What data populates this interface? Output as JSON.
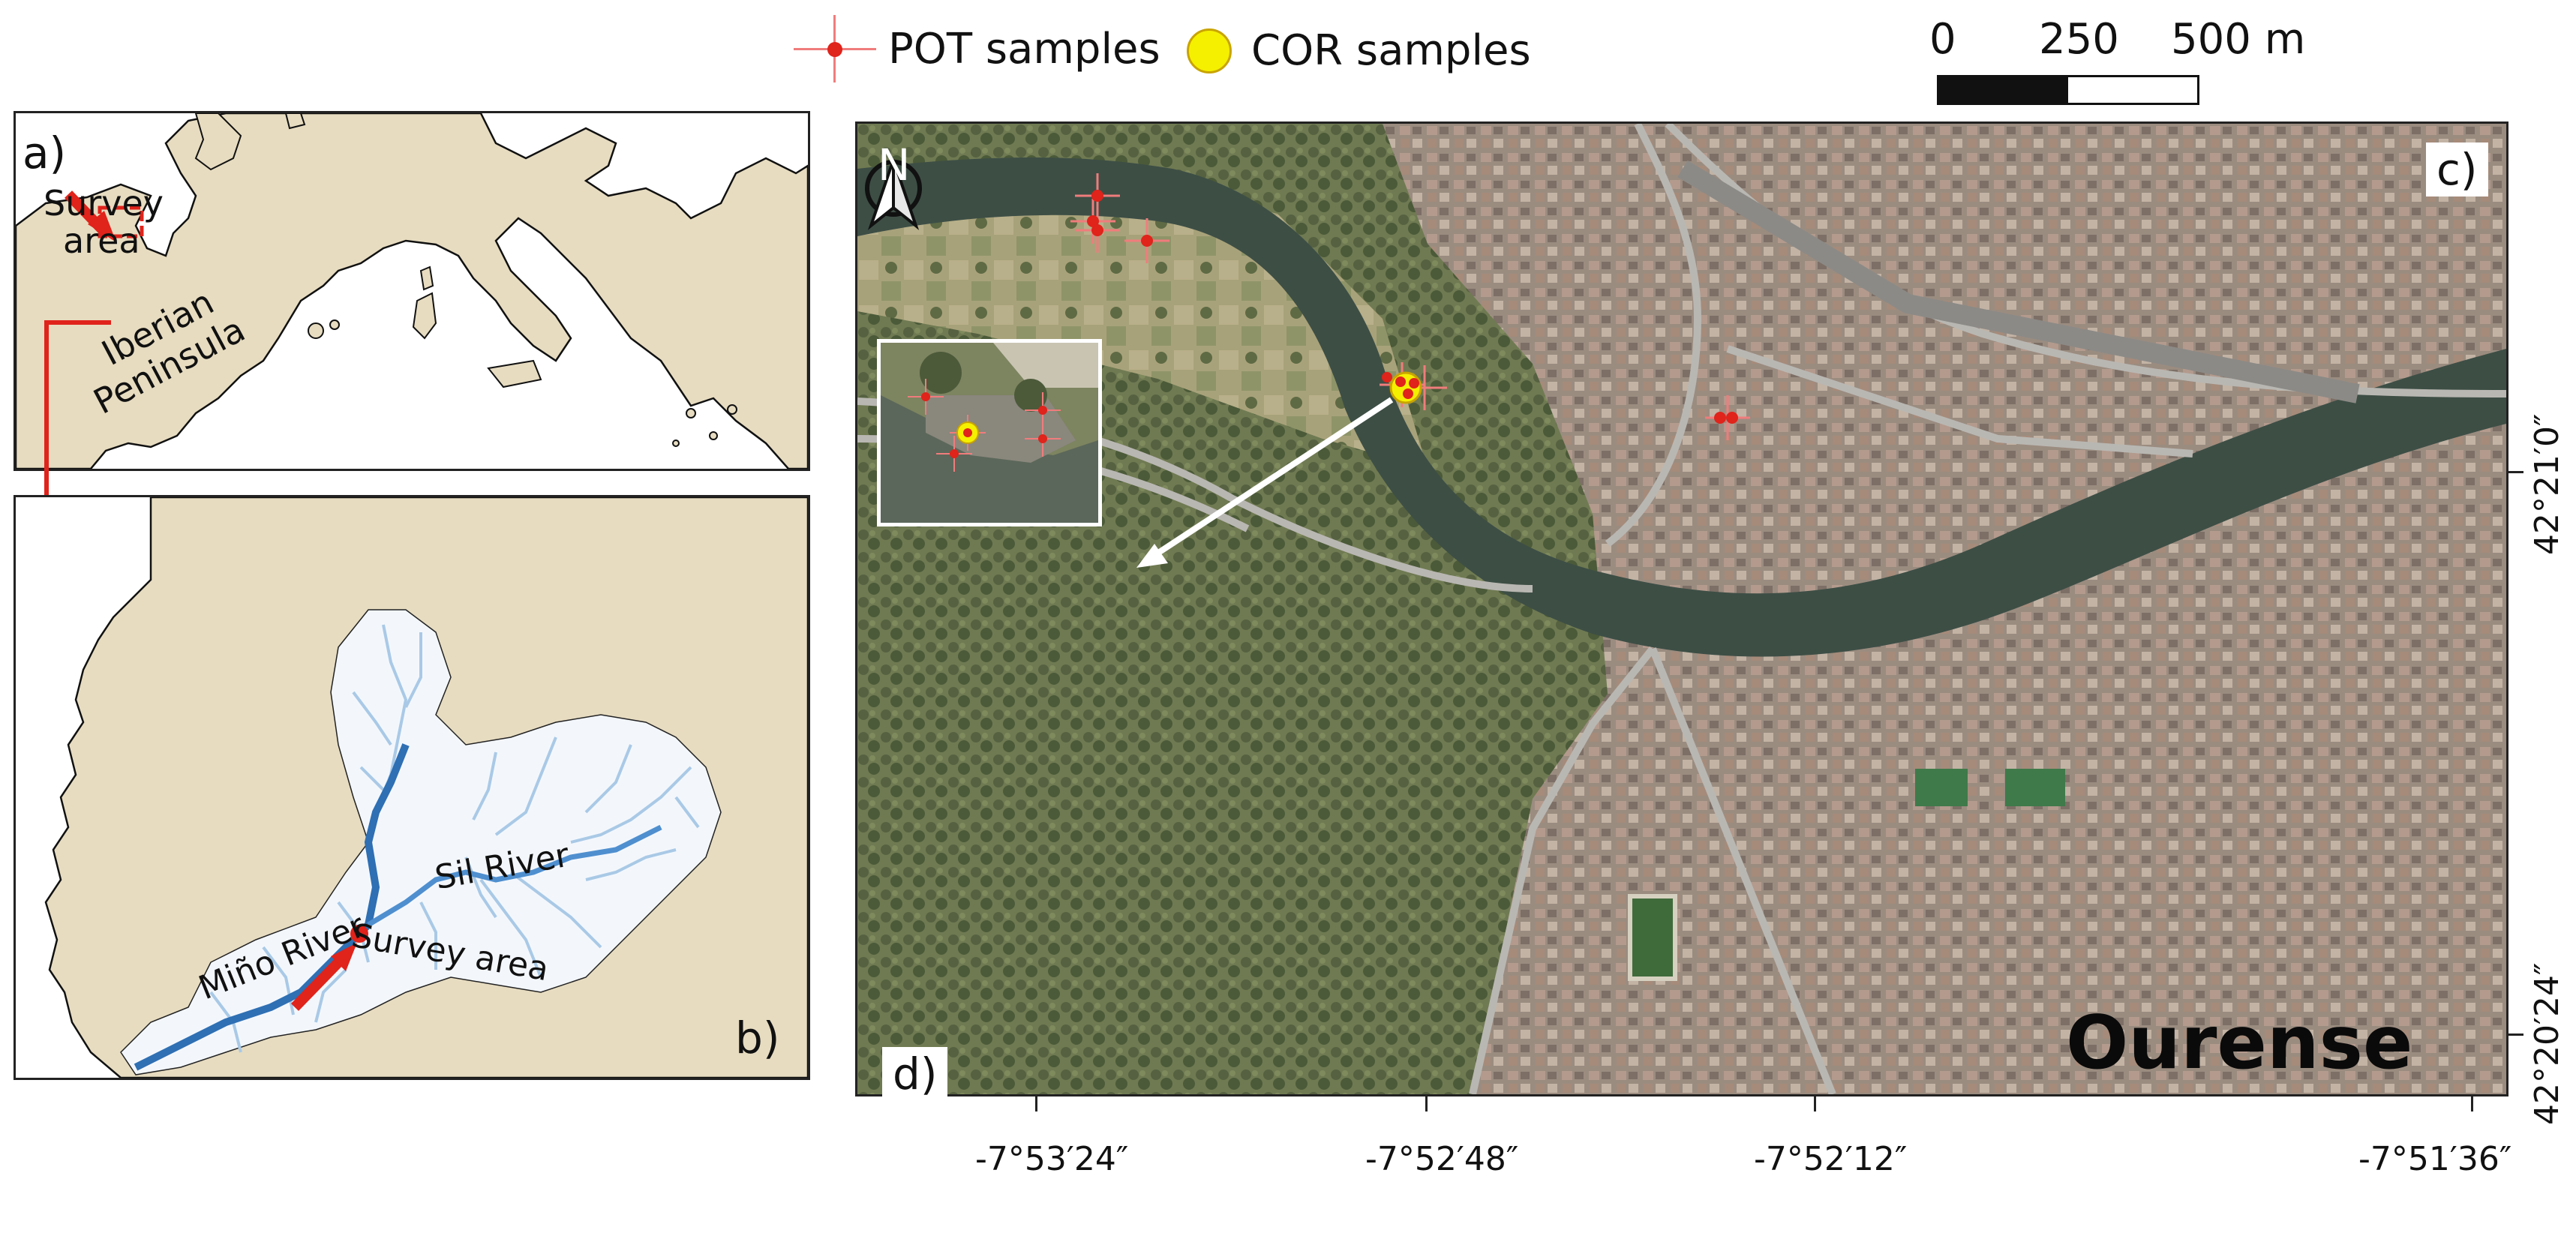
{
  "legend": {
    "pot": "POT samples",
    "cor": "COR samples"
  },
  "scale": {
    "labels": [
      "0",
      "250",
      "500 m"
    ]
  },
  "panels": {
    "a": {
      "label": "a)",
      "survey_label": "Survey area",
      "survey_label_lines": [
        "Survey",
        "area"
      ],
      "peninsula_lines": [
        "Iberian",
        "Peninsula"
      ]
    },
    "b": {
      "label": "b)",
      "rivers": [
        "Miño River",
        "Sil River"
      ],
      "survey_label": "Survey area"
    },
    "c": {
      "label": "c)",
      "north": "N",
      "city": "Ourense"
    },
    "d": {
      "label": "d)"
    }
  },
  "coordinates": {
    "longitude": [
      "-7°53′24″",
      "-7°52′48″",
      "-7°52′12″",
      "-7°51′36″"
    ],
    "latitude": [
      "42°21′0″",
      "42°20′24″"
    ]
  },
  "colors": {
    "land": "#e7dcc0",
    "sea": "#ffffff",
    "river_main": "#2f6fb3",
    "river_trib": "#a9c9e6",
    "basin": "#f2f6fb",
    "pot_marker": "#e0231b",
    "cor_marker": "#f5f000",
    "arrow": "#e0231b"
  }
}
